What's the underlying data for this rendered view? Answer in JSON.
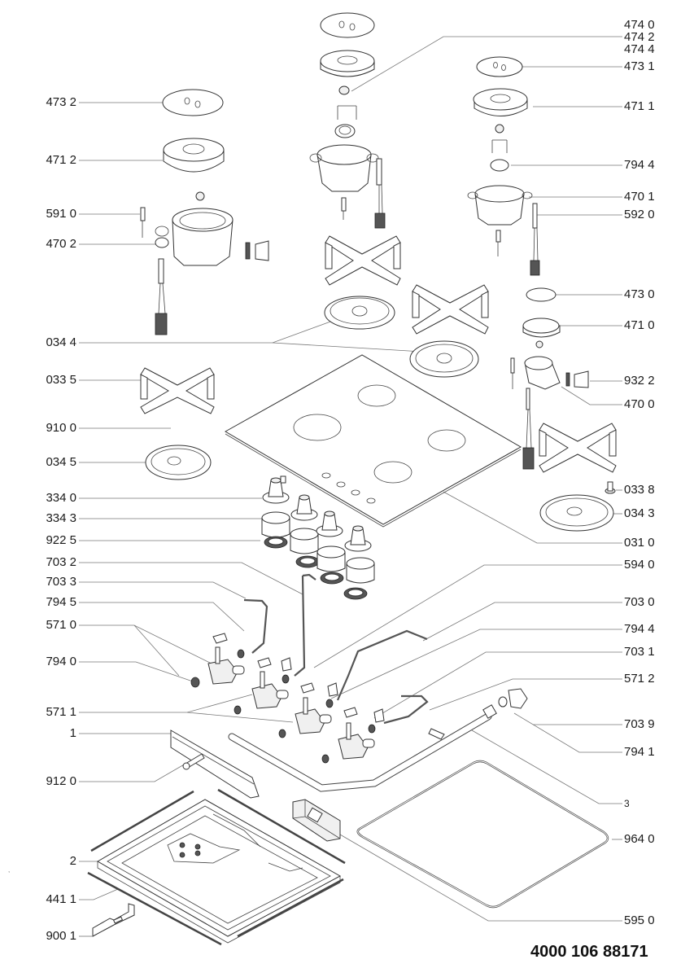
{
  "document": {
    "type": "Exploded parts diagram - gas hob",
    "document_number": "4000 106 88171",
    "stray_mark": ","
  },
  "labels_left": [
    {
      "id": "473-2",
      "text": "473 2"
    },
    {
      "id": "471-2",
      "text": "471 2"
    },
    {
      "id": "591-0",
      "text": "591 0"
    },
    {
      "id": "470-2",
      "text": "470 2"
    },
    {
      "id": "034-4",
      "text": "034 4"
    },
    {
      "id": "033-5",
      "text": "033 5"
    },
    {
      "id": "910-0",
      "text": "910 0"
    },
    {
      "id": "034-5",
      "text": "034 5"
    },
    {
      "id": "334-0",
      "text": "334 0"
    },
    {
      "id": "334-3",
      "text": "334 3"
    },
    {
      "id": "922-5",
      "text": "922 5"
    },
    {
      "id": "703-2",
      "text": "703 2"
    },
    {
      "id": "703-3",
      "text": "703 3"
    },
    {
      "id": "794-5",
      "text": "794 5"
    },
    {
      "id": "571-0",
      "text": "571 0"
    },
    {
      "id": "794-0",
      "text": "794 0"
    },
    {
      "id": "571-1",
      "text": "571 1"
    },
    {
      "id": "1",
      "text": "1"
    },
    {
      "id": "912-0",
      "text": "912 0"
    },
    {
      "id": "2",
      "text": "2"
    },
    {
      "id": "441-1",
      "text": "441 1"
    },
    {
      "id": "900-1",
      "text": "900 1"
    }
  ],
  "labels_right": [
    {
      "id": "474-0",
      "text": "474 0"
    },
    {
      "id": "474-2",
      "text": "474 2"
    },
    {
      "id": "474-4",
      "text": "474 4"
    },
    {
      "id": "473-1",
      "text": "473 1"
    },
    {
      "id": "471-1",
      "text": "471 1"
    },
    {
      "id": "794-4a",
      "text": "794 4"
    },
    {
      "id": "470-1",
      "text": "470 1"
    },
    {
      "id": "592-0",
      "text": "592 0"
    },
    {
      "id": "473-0",
      "text": "473 0"
    },
    {
      "id": "471-0",
      "text": "471 0"
    },
    {
      "id": "932-2",
      "text": "932 2"
    },
    {
      "id": "470-0",
      "text": "470 0"
    },
    {
      "id": "033-8",
      "text": "033 8"
    },
    {
      "id": "034-3",
      "text": "034 3"
    },
    {
      "id": "031-0",
      "text": "031 0"
    },
    {
      "id": "594-0",
      "text": "594 0"
    },
    {
      "id": "703-0",
      "text": "703 0"
    },
    {
      "id": "794-4b",
      "text": "794 4"
    },
    {
      "id": "703-1",
      "text": "703 1"
    },
    {
      "id": "571-2",
      "text": "571 2"
    },
    {
      "id": "703-9",
      "text": "703 9"
    },
    {
      "id": "794-1",
      "text": "794 1"
    },
    {
      "id": "3",
      "text": "3"
    },
    {
      "id": "964-0",
      "text": "964 0"
    },
    {
      "id": "595-0",
      "text": "595 0"
    }
  ],
  "parts": [
    {
      "name": "burner-cap-small-top",
      "ref": "474"
    },
    {
      "name": "burner-crown",
      "ref": "471"
    },
    {
      "name": "burner-cap",
      "ref": "473"
    },
    {
      "name": "burner-body",
      "ref": "470"
    },
    {
      "name": "spark-electrode",
      "ref": "591/592"
    },
    {
      "name": "pan-support",
      "ref": "033"
    },
    {
      "name": "drip-tray",
      "ref": "034"
    },
    {
      "name": "glass-top",
      "ref": "031 0"
    },
    {
      "name": "control-knob",
      "ref": "334 0"
    },
    {
      "name": "knob-sleeve",
      "ref": "334 3"
    },
    {
      "name": "knob-ring",
      "ref": "922 5"
    },
    {
      "name": "gas-pipe",
      "ref": "703"
    },
    {
      "name": "gas-valve",
      "ref": "571"
    },
    {
      "name": "seal",
      "ref": "794"
    },
    {
      "name": "gas-manifold",
      "ref": "3"
    },
    {
      "name": "gasket",
      "ref": "964 0"
    },
    {
      "name": "ignition-module",
      "ref": "595 0"
    },
    {
      "name": "bottom-tray",
      "ref": "2"
    },
    {
      "name": "fixing-bracket",
      "ref": "900 1"
    }
  ]
}
